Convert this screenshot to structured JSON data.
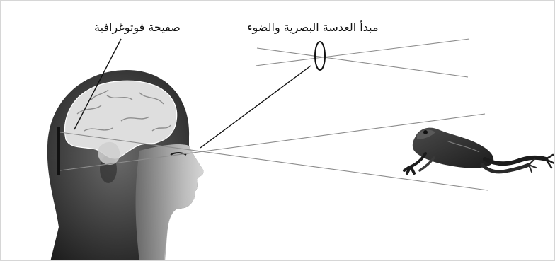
{
  "labels": {
    "photographic_plate": "صفيحة فوتوغرافية",
    "lens_principle": "مبدأ العدسة البصرية والضوء"
  },
  "colors": {
    "ray_line": "#8c8c8c",
    "pointer_line": "#111111",
    "head": "#3a3a3a",
    "brain": "#d9d9d9",
    "frog": "#2b2b2b"
  },
  "icons": {
    "head": "human-head-profile",
    "brain": "brain",
    "frog": "frog",
    "lens": "lens-ellipse"
  }
}
